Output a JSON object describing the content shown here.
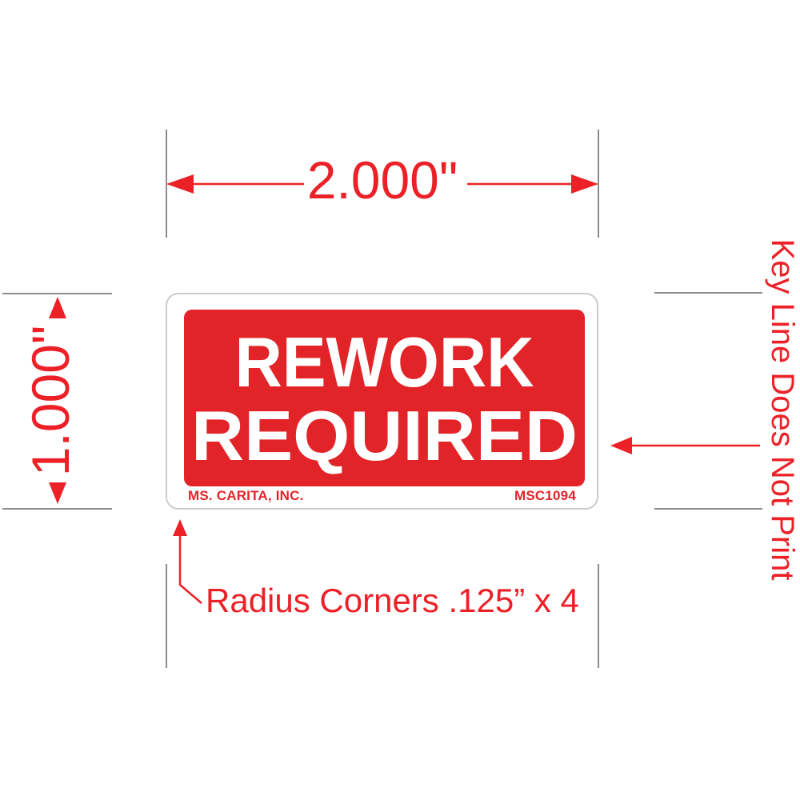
{
  "label": {
    "line1": "REWORK",
    "line2": "REQUIRED",
    "company": "MS. CARITA, INC.",
    "item_number": "MSC1094",
    "bg_color": "#e22428",
    "text_color": "#ffffff"
  },
  "annotations": {
    "width_dim": "2.000\"",
    "height_dim": "1.000\"",
    "keyline_note": "Key Line Does Not Print",
    "radius_note": "Radius Corners .125” x 4",
    "annotation_color": "#ec2127",
    "guide_color": "#8c8c8c"
  }
}
